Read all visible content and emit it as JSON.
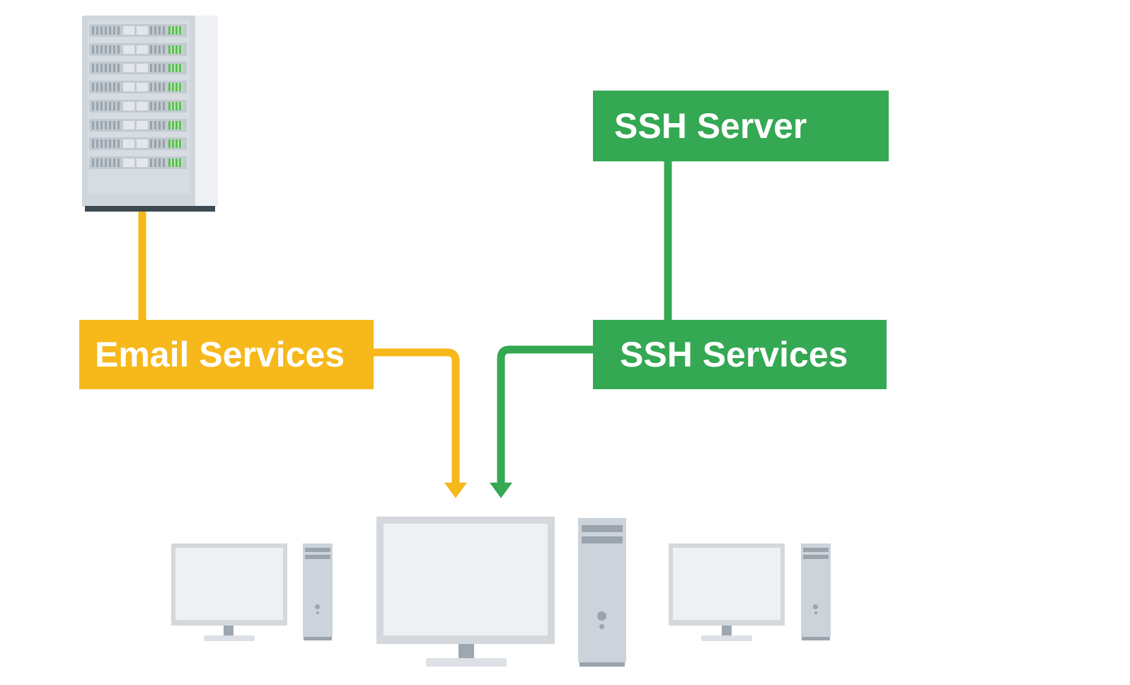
{
  "diagram": {
    "title": "",
    "nodes": [
      {
        "id": "email-server",
        "type": "server-rack",
        "label": ""
      },
      {
        "id": "ssh-server",
        "type": "box",
        "label": "SSH Server"
      },
      {
        "id": "email-services",
        "type": "box",
        "label": "Email Services"
      },
      {
        "id": "ssh-services",
        "type": "box",
        "label": "SSH Services"
      },
      {
        "id": "client-left",
        "type": "desktop-computer",
        "label": ""
      },
      {
        "id": "client-center",
        "type": "desktop-computer",
        "label": ""
      },
      {
        "id": "client-right",
        "type": "desktop-computer",
        "label": ""
      }
    ],
    "edges": [
      {
        "from": "email-server",
        "to": "email-services",
        "color": "yellow",
        "arrow": false
      },
      {
        "from": "email-services",
        "to": "client-center",
        "color": "yellow",
        "arrow": true
      },
      {
        "from": "ssh-server",
        "to": "ssh-services",
        "color": "green",
        "arrow": false
      },
      {
        "from": "ssh-services",
        "to": "client-center",
        "color": "green",
        "arrow": true
      }
    ]
  },
  "labels": {
    "ssh_server": "SSH Server",
    "email_services": "Email Services",
    "ssh_services": "SSH Services"
  },
  "colors": {
    "email": "#f6b81a",
    "ssh": "#34a853",
    "device_gray": "#d4d8dc",
    "background": "#ffffff"
  }
}
